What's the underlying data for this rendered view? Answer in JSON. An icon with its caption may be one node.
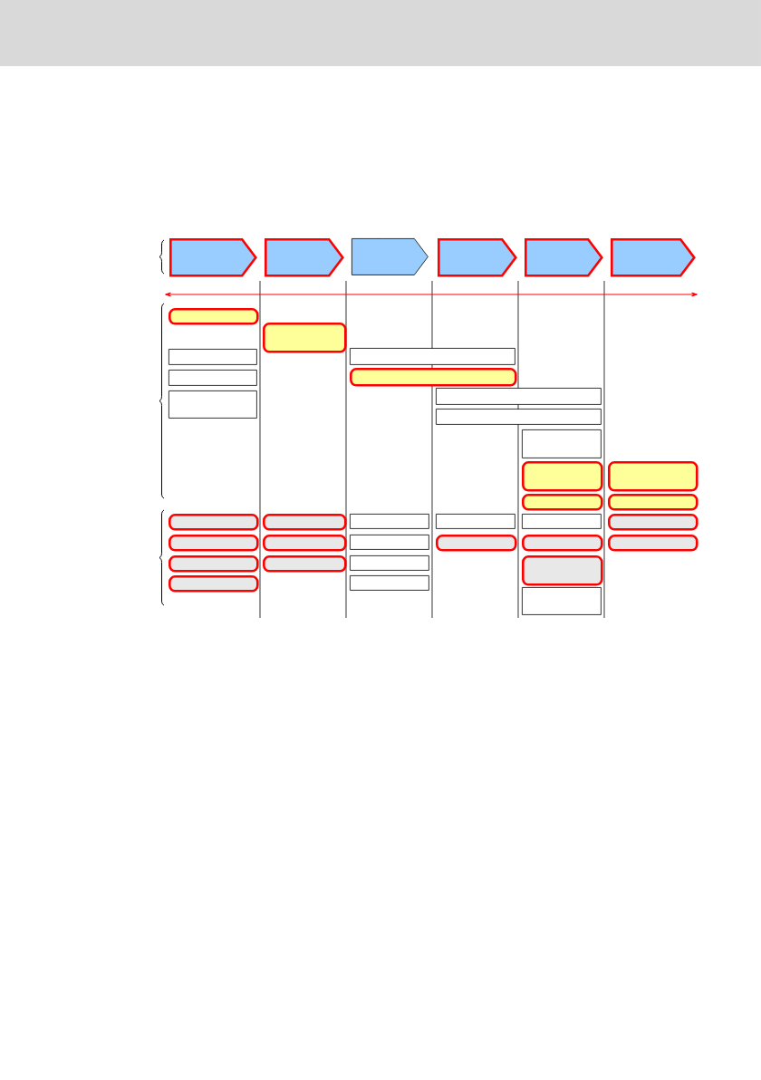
{
  "diagram": {
    "nodes": [
      {
        "text": [],
        "shape": "pentagon"
      },
      {
        "text": [],
        "shape": "pentagon"
      },
      {
        "text": [],
        "shape": "pentagon"
      },
      {
        "text": [],
        "shape": "pentagon"
      },
      {
        "text": [],
        "shape": "pentagon"
      },
      {
        "text": [],
        "shape": "pentagon"
      },
      {
        "text": [],
        "shape": "pill"
      },
      {
        "text": [],
        "shape": "pill"
      },
      {
        "text": [],
        "shape": "box"
      },
      {
        "text": [],
        "shape": "box"
      },
      {
        "text": [],
        "shape": "pill"
      },
      {
        "text": [],
        "shape": "box"
      },
      {
        "text": [],
        "shape": "box"
      },
      {
        "text": [],
        "shape": "box"
      },
      {
        "text": [],
        "shape": "box"
      },
      {
        "text": [],
        "shape": "box"
      },
      {
        "text": [],
        "shape": "pill"
      },
      {
        "text": [],
        "shape": "pill"
      },
      {
        "text": [],
        "shape": "pill"
      },
      {
        "text": [],
        "shape": "pill"
      },
      {
        "text": [],
        "shape": "pill"
      },
      {
        "text": [],
        "shape": "pill"
      },
      {
        "text": [],
        "shape": "box"
      },
      {
        "text": [],
        "shape": "box"
      },
      {
        "text": [],
        "shape": "box"
      },
      {
        "text": [],
        "shape": "pill"
      },
      {
        "text": [],
        "shape": "pill"
      },
      {
        "text": [],
        "shape": "pill"
      },
      {
        "text": [],
        "shape": "box"
      },
      {
        "text": [],
        "shape": "pill"
      },
      {
        "text": [],
        "shape": "pill"
      },
      {
        "text": [],
        "shape": "pill"
      },
      {
        "text": [],
        "shape": "pill"
      },
      {
        "text": [],
        "shape": "pill"
      },
      {
        "text": [],
        "shape": "box"
      },
      {
        "text": [],
        "shape": "pill"
      },
      {
        "text": [],
        "shape": "pill"
      },
      {
        "text": [],
        "shape": "box"
      },
      {
        "text": [],
        "shape": "box"
      }
    ]
  }
}
